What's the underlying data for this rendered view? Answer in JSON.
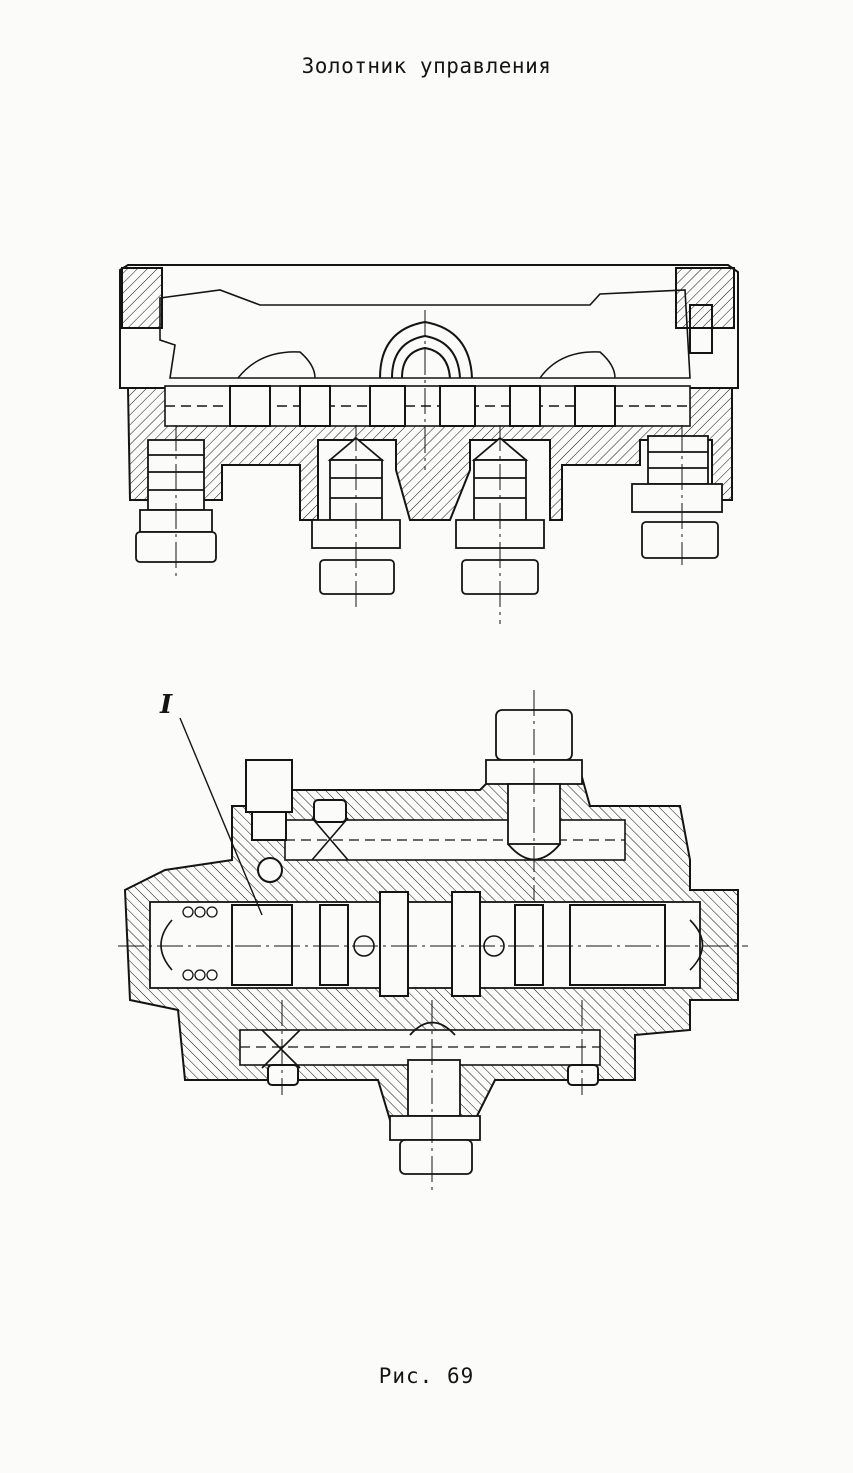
{
  "page": {
    "title": "Золотник управления",
    "caption": "Рис. 69"
  },
  "figures": {
    "section_marker": "I"
  },
  "colors": {
    "ink": "#141414",
    "paper": "#fbfbf9"
  }
}
